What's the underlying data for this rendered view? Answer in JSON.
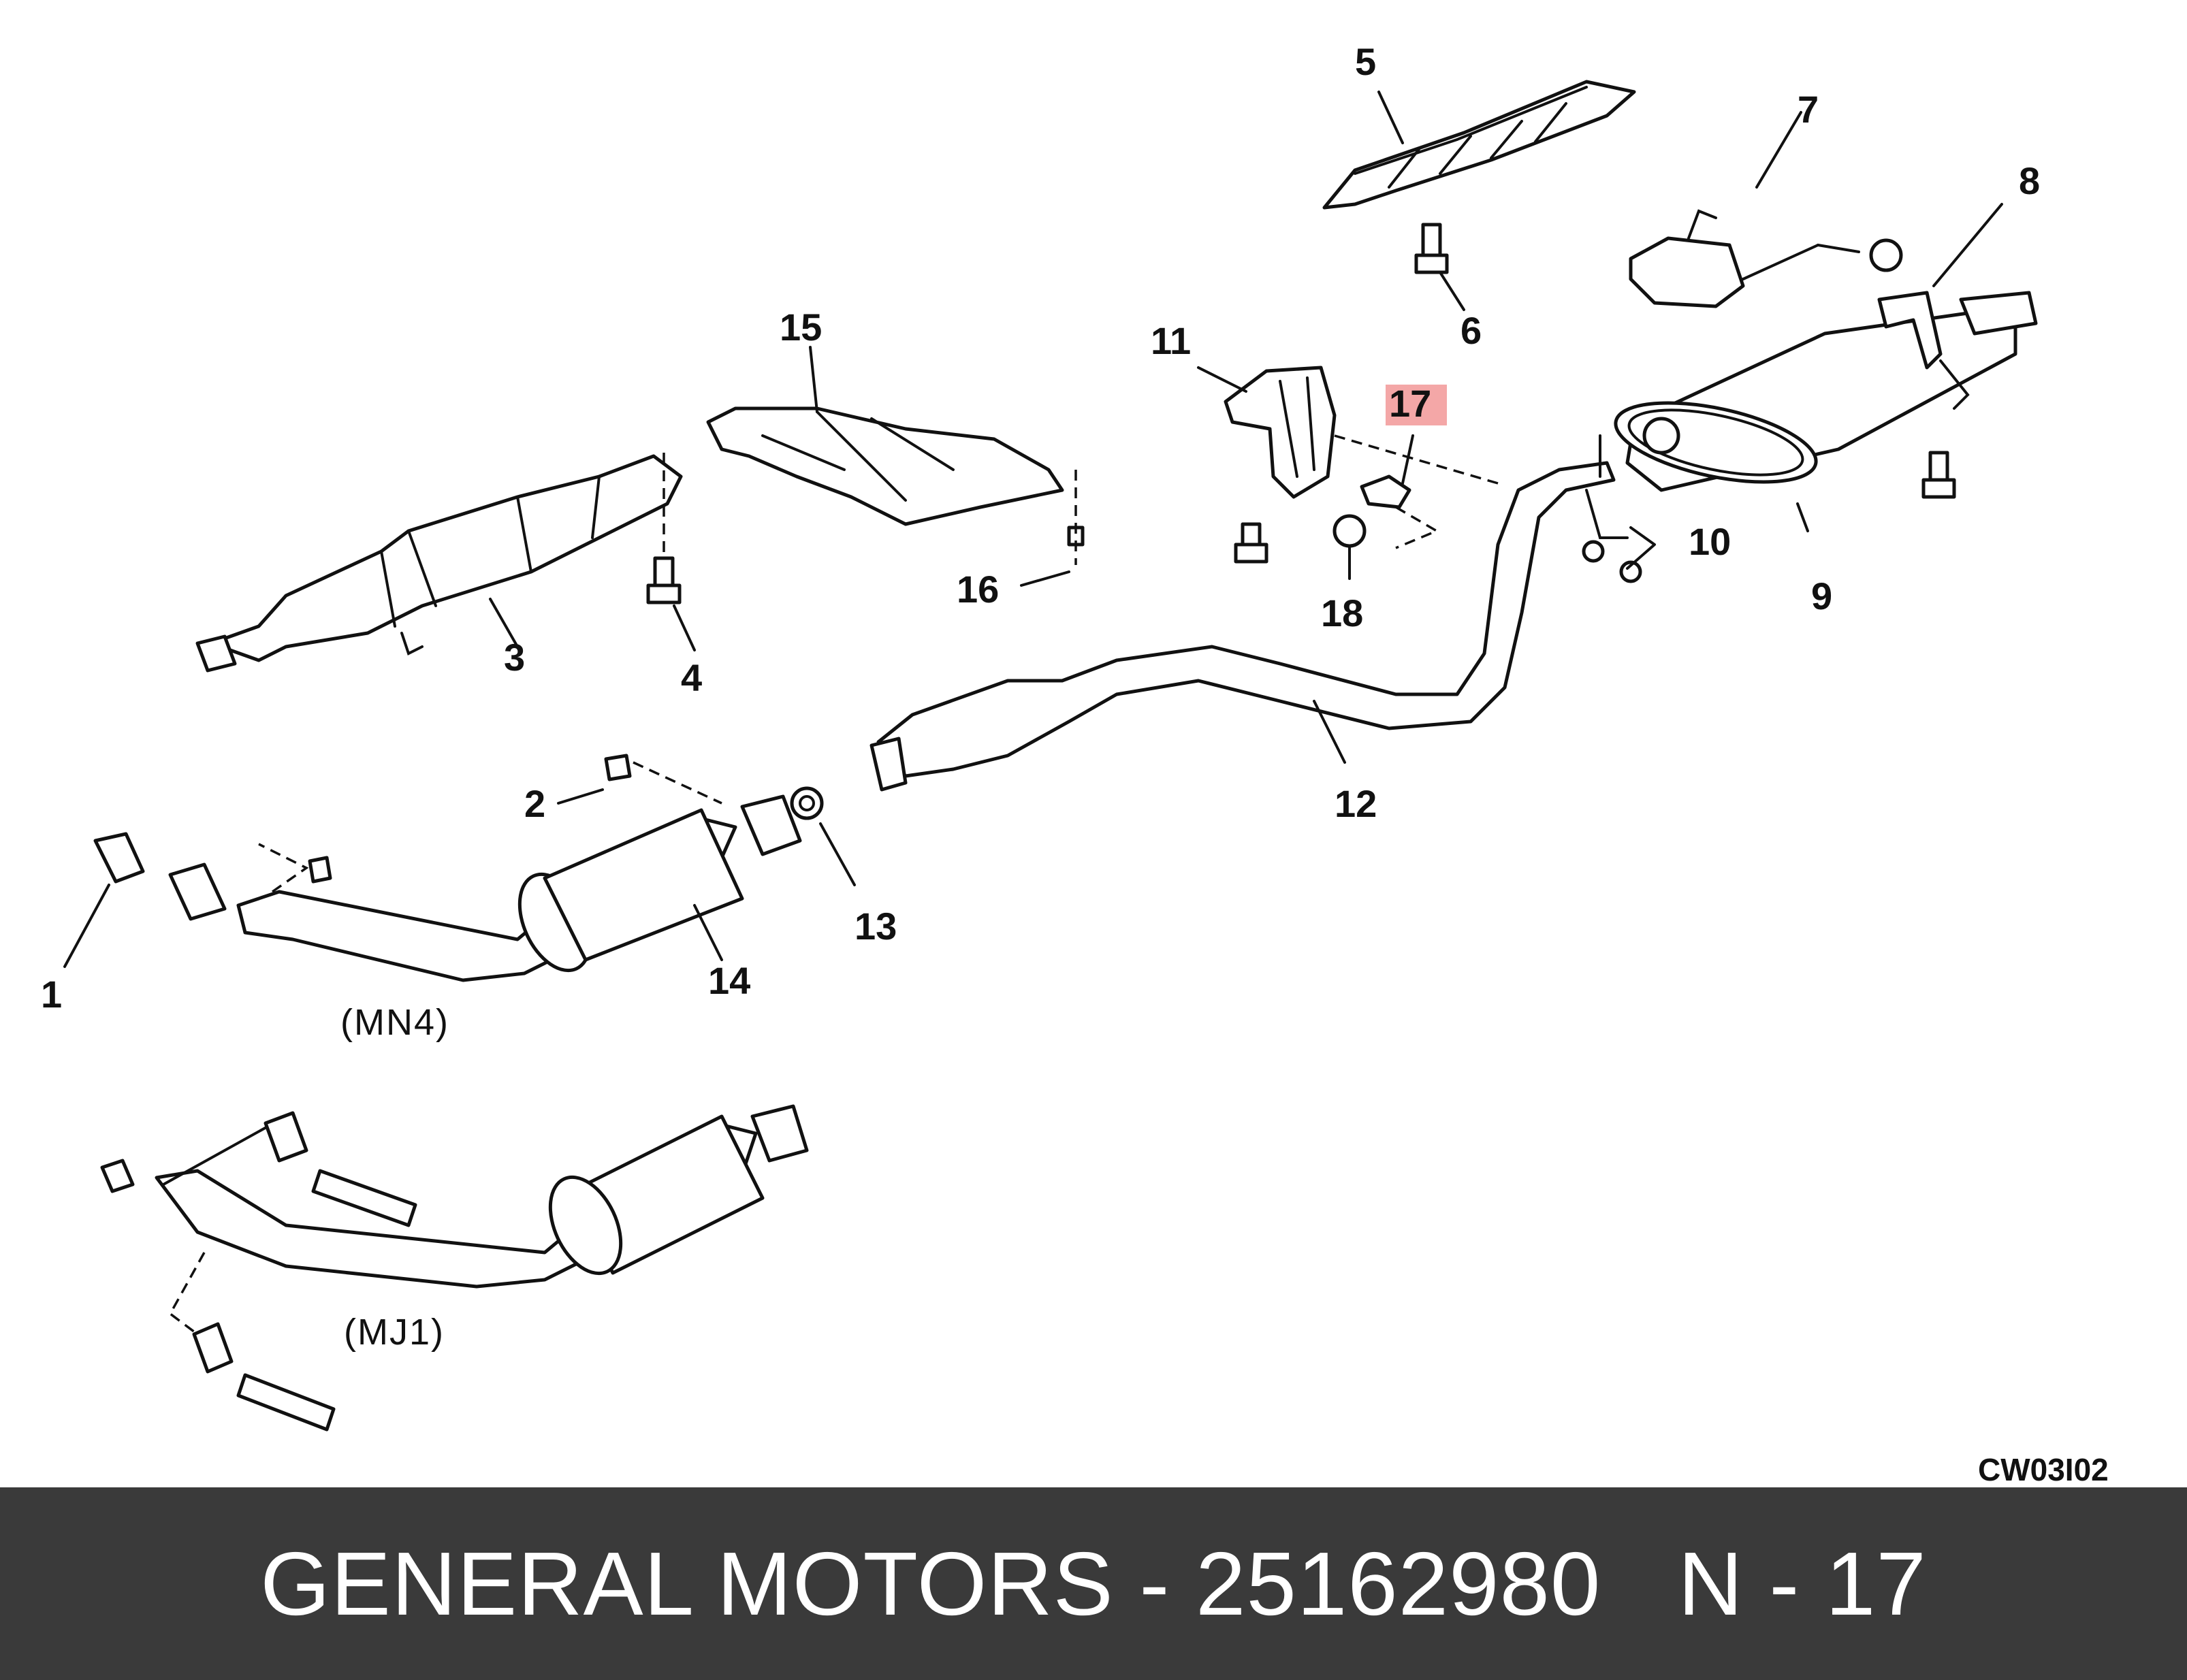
{
  "callouts": {
    "c1": "1",
    "c2": "2",
    "c3": "3",
    "c4": "4",
    "c5": "5",
    "c6": "6",
    "c7": "7",
    "c8": "8",
    "c9": "9",
    "c10": "10",
    "c11": "11",
    "c12": "12",
    "c13": "13",
    "c14": "14",
    "c15": "15",
    "c16": "16",
    "c17": "17",
    "c18": "18"
  },
  "variants": {
    "mn4": "(MN4)",
    "mj1": "(MJ1)"
  },
  "figure_code": "CW03I02",
  "highlight_color": "#f08a8a",
  "footer": {
    "text": "GENERAL MOTORS - 25162980   N - 17",
    "background": "#3a3a3a"
  }
}
